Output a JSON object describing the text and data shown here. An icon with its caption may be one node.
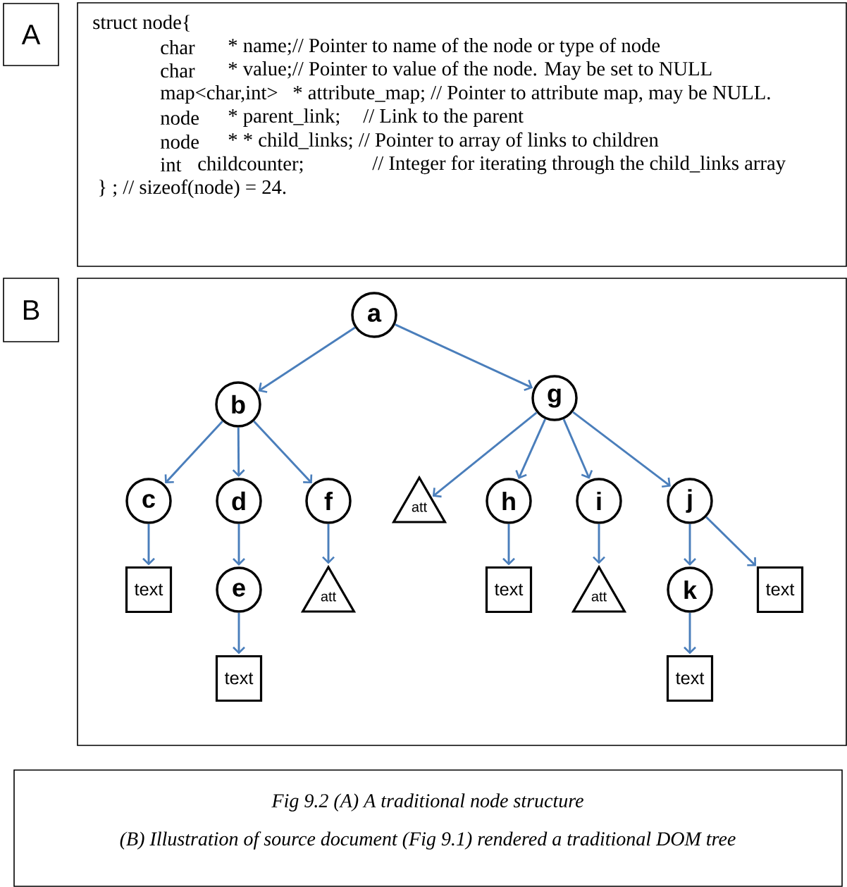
{
  "diagram": {
    "nodes": [
      {
        "text": [
          "A"
        ]
      },
      {
        "text": [
          "struct node{",
          "char",
          "* name;// Pointer to name of the node or type of node",
          "char",
          "* value;// Pointer to value of the node. May be set to NULL",
          "map<char,int>",
          "* attribute_map; // Pointer to attribute map, may be NULL.",
          "node",
          "* parent_link;",
          "// Link to the parent",
          "node",
          "* * child_links; // Pointer to array of links to children",
          "int",
          "childcounter;",
          "// Integer for iterating through the child_links array",
          "} ; // sizeof(node) = 24."
        ]
      },
      {
        "text": [
          "B"
        ]
      },
      {
        "text": [],
        "shape": "box"
      },
      {
        "text": [
          "a"
        ],
        "in": 3
      },
      {
        "text": [
          "b"
        ],
        "in": 3
      },
      {
        "text": [
          "g"
        ],
        "in": 3
      },
      {
        "text": [
          "c"
        ],
        "in": 3
      },
      {
        "text": [
          "d"
        ],
        "in": 3
      },
      {
        "text": [
          "f"
        ],
        "in": 3
      },
      {
        "text": [
          "att"
        ],
        "in": 3
      },
      {
        "text": [
          "h"
        ],
        "in": 3
      },
      {
        "text": [
          "i"
        ],
        "in": 3
      },
      {
        "text": [
          "j"
        ],
        "in": 3
      },
      {
        "text": [
          "text"
        ],
        "in": 3
      },
      {
        "text": [
          "e"
        ],
        "in": 3
      },
      {
        "text": [
          "att"
        ],
        "in": 3
      },
      {
        "text": [
          "text"
        ],
        "in": 3
      },
      {
        "text": [
          "att"
        ],
        "in": 3
      },
      {
        "text": [
          "k"
        ],
        "in": 3
      },
      {
        "text": [
          "text"
        ],
        "in": 3
      },
      {
        "text": [
          "text"
        ],
        "in": 3
      },
      {
        "text": [
          "text"
        ],
        "in": 3
      },
      {
        "text": [
          "Fig 9.2 (A) A traditional node structure",
          "(B) Illustration of source document (Fig 9.1) rendered a traditional DOM tree"
        ]
      }
    ],
    "edges": [
      {
        "from": 4,
        "to": 5,
        "arrow": "to"
      },
      {
        "from": 4,
        "to": 6,
        "arrow": "to"
      },
      {
        "from": 5,
        "to": 7,
        "arrow": "to"
      },
      {
        "from": 5,
        "to": 8,
        "arrow": "to"
      },
      {
        "from": 5,
        "to": 9,
        "arrow": "to"
      },
      {
        "from": 6,
        "to": 10,
        "arrow": "to"
      },
      {
        "from": 6,
        "to": 11,
        "arrow": "to"
      },
      {
        "from": 6,
        "to": 12,
        "arrow": "to"
      },
      {
        "from": 6,
        "to": 13,
        "arrow": "to"
      },
      {
        "from": 7,
        "to": 14,
        "arrow": "to"
      },
      {
        "from": 8,
        "to": 15,
        "arrow": "to"
      },
      {
        "from": 9,
        "to": 16,
        "arrow": "to"
      },
      {
        "from": 11,
        "to": 17,
        "arrow": "to"
      },
      {
        "from": 12,
        "to": 18,
        "arrow": "to"
      },
      {
        "from": 13,
        "to": 19,
        "arrow": "to"
      },
      {
        "from": 13,
        "to": 20,
        "arrow": "to"
      },
      {
        "from": 15,
        "to": 21,
        "arrow": "to"
      },
      {
        "from": 19,
        "to": 22,
        "arrow": "to"
      }
    ]
  }
}
